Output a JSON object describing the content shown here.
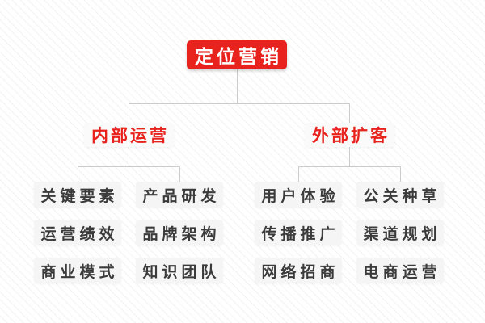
{
  "diagram": {
    "root": {
      "label": "定位营销"
    },
    "branches": [
      {
        "label": "内部运营",
        "children": [
          "关键要素",
          "产品研发",
          "运营绩效",
          "品牌架构",
          "商业模式",
          "知识团队"
        ]
      },
      {
        "label": "外部扩客",
        "children": [
          "用户体验",
          "公关种草",
          "传播推广",
          "渠道规划",
          "网络招商",
          "电商运营"
        ]
      }
    ]
  },
  "colors": {
    "accent": "#e8231e",
    "line": "#cccccc",
    "background": "#ffffff",
    "stripe": "#f2f2f2",
    "branch_bg": "#fafafa",
    "leaf_bg": "#f5f5f5",
    "leaf_text": "#3b3b3b"
  }
}
